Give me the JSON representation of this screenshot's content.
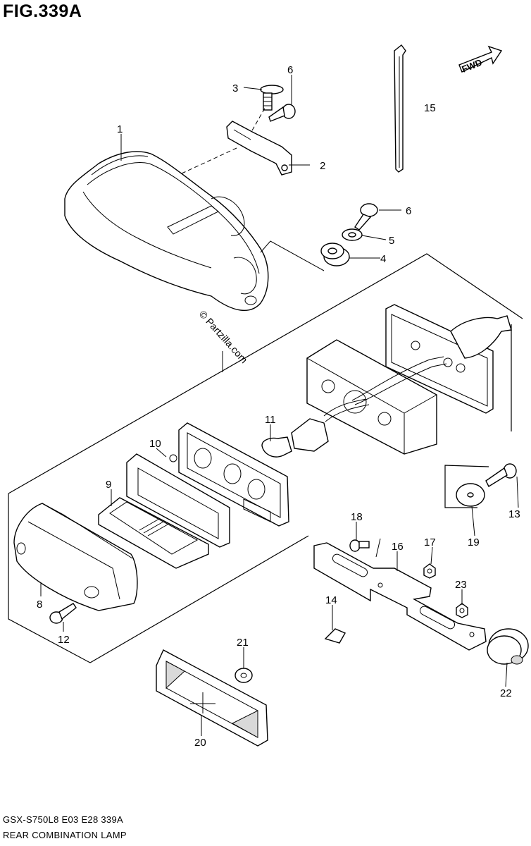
{
  "header": {
    "title": "FIG.339A"
  },
  "footer": {
    "model_line": "GSX-S750L8  E03  E28  339A",
    "name_line": "REAR COMBINATION LAMP"
  },
  "watermark": {
    "text": "© Partzilla.com"
  },
  "fwd_label": "FWD",
  "callouts": [
    "1",
    "2",
    "3",
    "4",
    "5",
    "6",
    "6",
    "8",
    "9",
    "10",
    "11",
    "12",
    "13",
    "14",
    "15",
    "16",
    "17",
    "18",
    "19",
    "20",
    "21",
    "22",
    "23"
  ]
}
